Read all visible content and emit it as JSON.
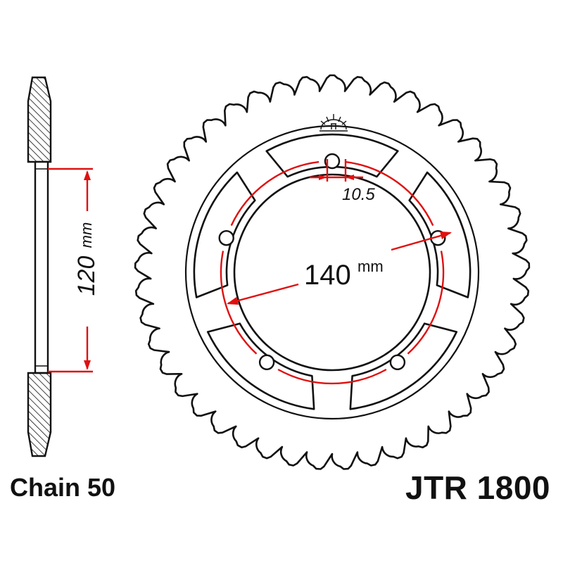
{
  "labels": {
    "chain": "Chain 50",
    "part_number": "JTR 1800"
  },
  "dimensions": {
    "side_value": "120",
    "side_unit": "mm",
    "hole_value": "10.5",
    "pcd_value": "140",
    "pcd_unit": "mm"
  },
  "sprocket": {
    "teeth": 45
  },
  "colors": {
    "outline": "#111111",
    "dimension": "#e01010",
    "hatch": "#111111",
    "background": "#ffffff"
  }
}
